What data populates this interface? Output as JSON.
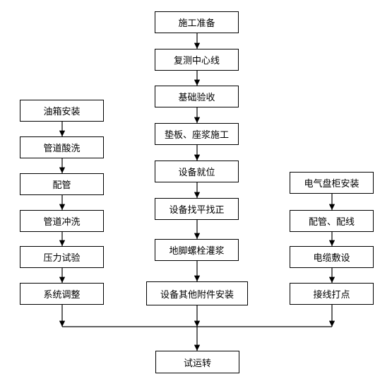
{
  "flowchart": {
    "center": {
      "steps": [
        "施工准备",
        "复测中心线",
        "基础验收",
        "垫板、座浆施工",
        "设备就位",
        "设备找平找正",
        "地脚螺栓灌浆",
        "设备其他附件安装"
      ]
    },
    "left": {
      "steps": [
        "油箱安装",
        "管道酸洗",
        "配管",
        "管道冲洗",
        "压力试验",
        "系统调整"
      ]
    },
    "right": {
      "steps": [
        "电气盘柜安装",
        "配管、配线",
        "电缆敷设",
        "接线打点"
      ]
    },
    "final": {
      "label": "试运转"
    }
  },
  "colors": {
    "line": "#000000",
    "box_border": "#000000",
    "background": "#ffffff"
  }
}
